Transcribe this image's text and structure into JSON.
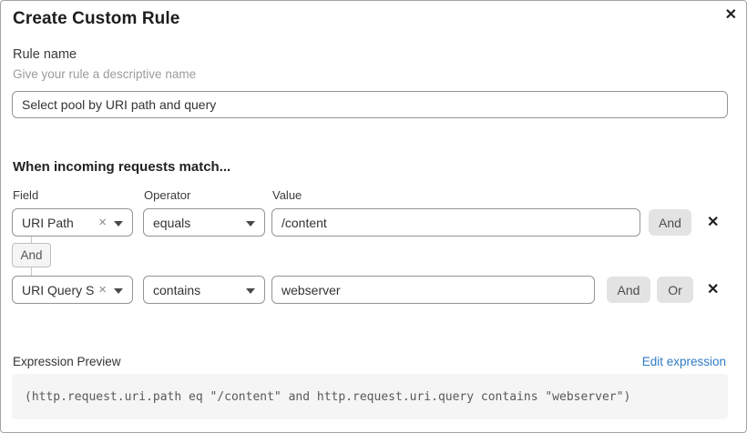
{
  "modal": {
    "title": "Create Custom Rule",
    "close_icon": "✕"
  },
  "rule_name": {
    "label": "Rule name",
    "hint": "Give your rule a descriptive name",
    "value": "Select pool by URI path and query"
  },
  "matcher": {
    "heading": "When incoming requests match...",
    "columns": {
      "field": "Field",
      "operator": "Operator",
      "value": "Value"
    },
    "rows": [
      {
        "field": "URI Path",
        "operator": "equals",
        "value": "/content",
        "buttons": [
          "And"
        ],
        "clear_icon": "×",
        "remove_icon": "✕"
      },
      {
        "field": "URI Query St...",
        "operator": "contains",
        "value": "webserver",
        "buttons": [
          "And",
          "Or"
        ],
        "clear_icon": "×",
        "remove_icon": "✕"
      }
    ],
    "connector_label": "And"
  },
  "expression": {
    "label": "Expression Preview",
    "edit_link": "Edit expression",
    "code": "(http.request.uri.path eq \"/content\" and http.request.uri.query contains \"webserver\")"
  },
  "colors": {
    "link_blue": "#2f7bc3",
    "button_gray": "#e3e3e3",
    "code_bg": "#f5f5f5"
  }
}
